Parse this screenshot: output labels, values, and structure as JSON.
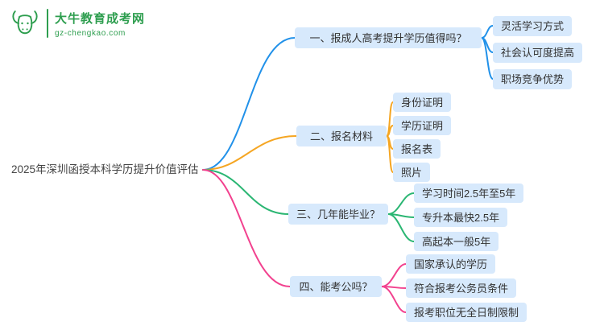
{
  "logo": {
    "title": "大牛教育成考网",
    "subtitle": "gz-chengkao.com",
    "icon": "bull-icon",
    "color": "#2e9e4f"
  },
  "central": {
    "label": "2025年深圳函授本科学历提升价值评估"
  },
  "node_fill": "#d7e9fc",
  "branches": [
    {
      "label": "一、报成人高考提升学历值得吗？",
      "color": "#2191e9",
      "children": [
        "灵活学习方式",
        "社会认可度提高",
        "职场竞争优势"
      ]
    },
    {
      "label": "二、报名材料",
      "color": "#f5a623",
      "children": [
        "身份证明",
        "学历证明",
        "报名表",
        "照片"
      ]
    },
    {
      "label": "三、几年能毕业？",
      "color": "#2bb673",
      "children": [
        "学习时间2.5年至5年",
        "专升本最快2.5年",
        "高起本一般5年"
      ]
    },
    {
      "label": "四、能考公吗？",
      "color": "#f2428f",
      "children": [
        "国家承认的学历",
        "符合报考公务员条件",
        "报考职位无全日制限制"
      ]
    }
  ]
}
